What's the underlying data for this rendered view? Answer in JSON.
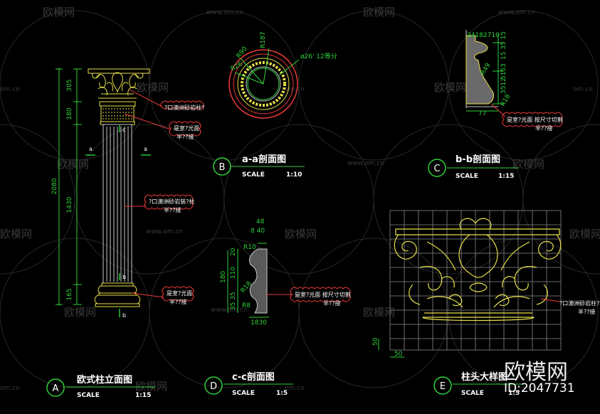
{
  "watermark": {
    "brand": "欧模网",
    "site": "www.om.cn",
    "site_short": "om.cn"
  },
  "brand": {
    "name": "欧模网",
    "id": "ID:2047731"
  },
  "views": {
    "A": {
      "letter": "A",
      "title": "欧式柱立面图",
      "scale_label": "SCALE",
      "scale": "1:15"
    },
    "B": {
      "letter": "B",
      "title": "a-a剖面图",
      "scale_label": "SCALE",
      "scale": "1:10"
    },
    "C": {
      "letter": "C",
      "title": "b-b剖面图",
      "scale_label": "SCALE",
      "scale": "1:15"
    },
    "D": {
      "letter": "D",
      "title": "c-c剖面图",
      "scale_label": "SCALE",
      "scale": "1:5"
    },
    "E": {
      "letter": "E",
      "title": "柱头大样图",
      "scale_label": "SCALE",
      "scale": "1:5"
    }
  },
  "elevation": {
    "dims": {
      "d305": "305",
      "d180": "180",
      "d2080": "2080",
      "d1430": "1430",
      "d165": "165"
    },
    "section_marks": {
      "a": "a",
      "b": "b",
      "c": "c"
    },
    "notes": {
      "n1": "?口澳洲砂岩柱?",
      "n2a": "是室?光面",
      "n2b": "半??接",
      "n3a": "?口澳洲砂岩装?柱",
      "n3b": "半??接",
      "n4a": "是室?光面",
      "n4b": "半??接"
    }
  },
  "section_a": {
    "r90": "R90",
    "r187": "R187",
    "r26": "R26",
    "note": "ø26' 12等分"
  },
  "section_b": {
    "top": "24182710",
    "r49": "R49",
    "right": "15 35 15",
    "right2": "5153",
    "right3": "3512",
    "r18": "R18",
    "w77": "77",
    "note_a": "是室?光面 按尺寸切割",
    "note_b": "半??接"
  },
  "section_c": {
    "d48": "48",
    "d840": "8 40",
    "r10": "R10",
    "d20": "20",
    "d110": "110",
    "d180": "180",
    "r18": "R18",
    "d3535": "35 35",
    "r8": "R8",
    "d1830": "1830",
    "note_a": "是室?光面 按尺寸切割",
    "note_b": "半??接"
  },
  "capital": {
    "d50h": "50",
    "d50v": "50",
    "note_a": "?口澳洲砂岩柱?",
    "note_b": "半??接"
  }
}
